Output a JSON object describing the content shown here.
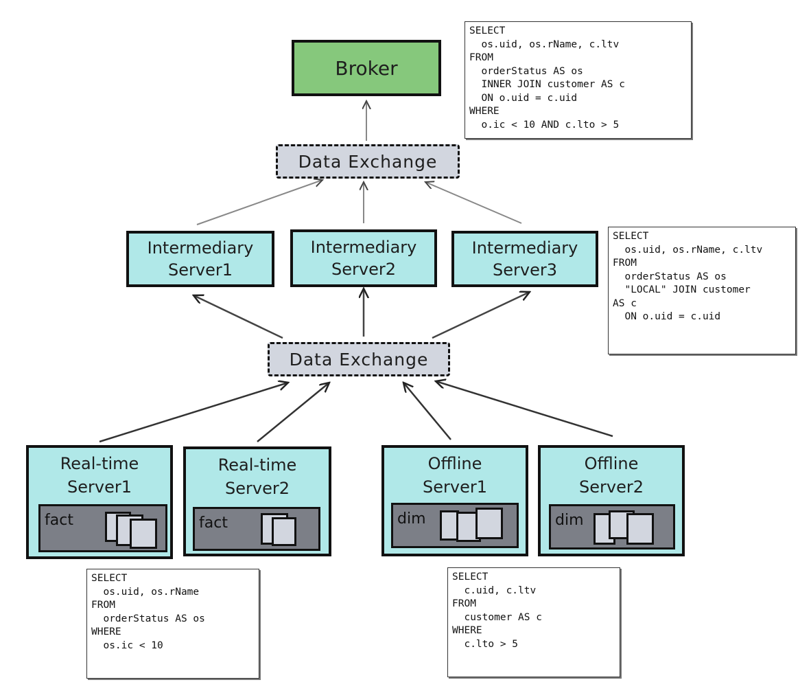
{
  "broker": {
    "label": "Broker"
  },
  "exchange_top": {
    "label": "Data Exchange"
  },
  "exchange_mid": {
    "label": "Data Exchange"
  },
  "intermediary": [
    {
      "line1": "Intermediary",
      "line2": "Server1"
    },
    {
      "line1": "Intermediary",
      "line2": "Server2"
    },
    {
      "line1": "Intermediary",
      "line2": "Server3"
    }
  ],
  "servers": [
    {
      "line1": "Real-time",
      "line2": "Server1",
      "table": "fact"
    },
    {
      "line1": "Real-time",
      "line2": "Server2",
      "table": "fact"
    },
    {
      "line1": "Offline",
      "line2": "Server1",
      "table": "dim"
    },
    {
      "line1": "Offline",
      "line2": "Server2",
      "table": "dim"
    }
  ],
  "sql_broker": [
    "SELECT",
    "  os.uid, os.rName, c.ltv",
    "FROM",
    "  orderStatus AS os",
    "  INNER JOIN customer AS c",
    "  ON o.uid = c.uid",
    "WHERE",
    "  o.ic < 10 AND c.lto > 5"
  ],
  "sql_intermediary": [
    "SELECT",
    "  os.uid, os.rName, c.ltv",
    "FROM",
    "  orderStatus AS os",
    "  \"LOCAL\" JOIN customer",
    "AS c",
    "  ON o.uid = c.uid"
  ],
  "sql_realtime": [
    "SELECT",
    "  os.uid, os.rName",
    "FROM",
    "  orderStatus AS os",
    "WHERE",
    "  os.ic < 10"
  ],
  "sql_offline": [
    "SELECT",
    "  c.uid, c.ltv",
    "FROM",
    "  customer AS c",
    "WHERE",
    "  c.lto > 5"
  ],
  "colors": {
    "broker": "#86c87c",
    "server": "#b0e8e8",
    "exchange": "#d2d6df",
    "table": "#7c7f87",
    "sheet": "#d2d6df",
    "stroke": "#111111"
  }
}
